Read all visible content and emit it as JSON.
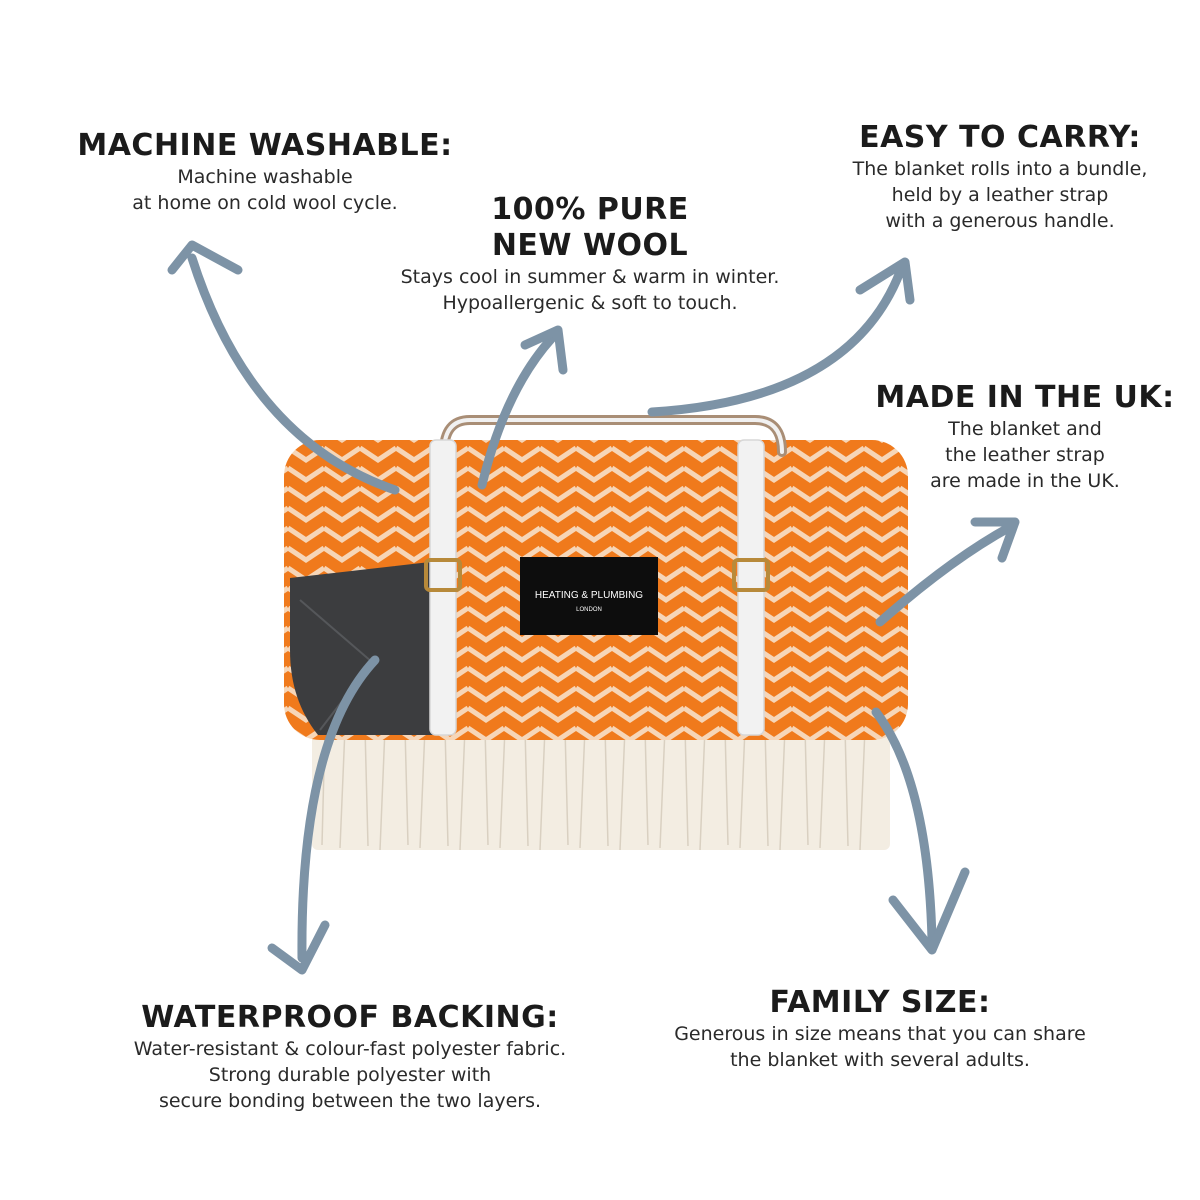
{
  "features": {
    "machine_washable": {
      "title": "MACHINE WASHABLE:",
      "line1": "Machine washable",
      "line2": "at home on cold wool cycle."
    },
    "pure_wool": {
      "title1": "100% PURE",
      "title2": "NEW WOOL",
      "line1": "Stays cool in summer & warm in winter.",
      "line2": "Hypoallergenic & soft to touch."
    },
    "easy_carry": {
      "title": "EASY TO CARRY:",
      "line1": "The blanket rolls into a bundle,",
      "line2": "held by a leather strap",
      "line3": "with a generous handle."
    },
    "made_uk": {
      "title": "MADE IN THE UK:",
      "line1": "The blanket and",
      "line2": "the leather strap",
      "line3": "are made in the UK."
    },
    "waterproof": {
      "title": "WATERPROOF BACKING:",
      "line1": "Water-resistant & colour-fast polyester fabric.",
      "line2": "Strong durable polyester with",
      "line3": "secure bonding between the two layers."
    },
    "family_size": {
      "title": "FAMILY SIZE:",
      "line1": "Generous in size means that you can share",
      "line2": "the blanket with several adults."
    }
  },
  "product": {
    "label_brand": "HEATING & PLUMBING",
    "label_city": "LONDON"
  },
  "colors": {
    "arrow": "#7d93a6",
    "blanket_orange": "#f07a1c",
    "chevron": "#f6d6b8",
    "fringe": "#f3ede2",
    "backing": "#3c3d3f",
    "strap": "#f2f2f2",
    "label": "#0d0d0d"
  }
}
